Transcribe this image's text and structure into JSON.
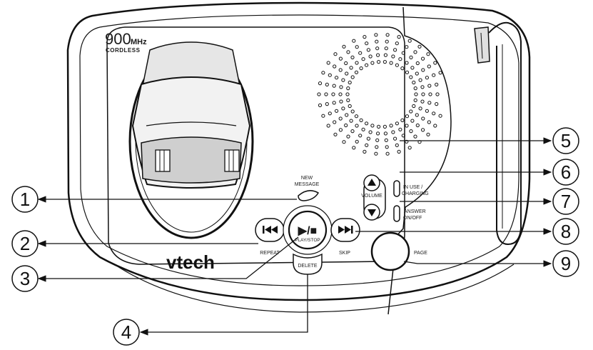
{
  "badge": {
    "number": "900",
    "unit": "MHz",
    "text": "CORDLESS"
  },
  "brand": "vtech",
  "buttons": {
    "new_message": [
      "NEW",
      "MESSAGE"
    ],
    "volume": "VOLUME",
    "in_use": [
      "IN USE /",
      "CHARGING"
    ],
    "answer": [
      "ANSWER",
      "ON/OFF"
    ],
    "repeat": "REPEAT",
    "play_stop_symbol": "▶/■",
    "play_stop": "PLAY/STOP",
    "skip": "SKIP",
    "delete": "DELETE",
    "page": "PAGE"
  },
  "callouts": [
    "1",
    "2",
    "3",
    "4",
    "5",
    "6",
    "7",
    "8",
    "9"
  ],
  "icons": {
    "repeat": "rewind-icon",
    "skip": "fast-forward-icon",
    "volume_up": "up-arrow-icon",
    "volume_down": "down-arrow-icon"
  }
}
